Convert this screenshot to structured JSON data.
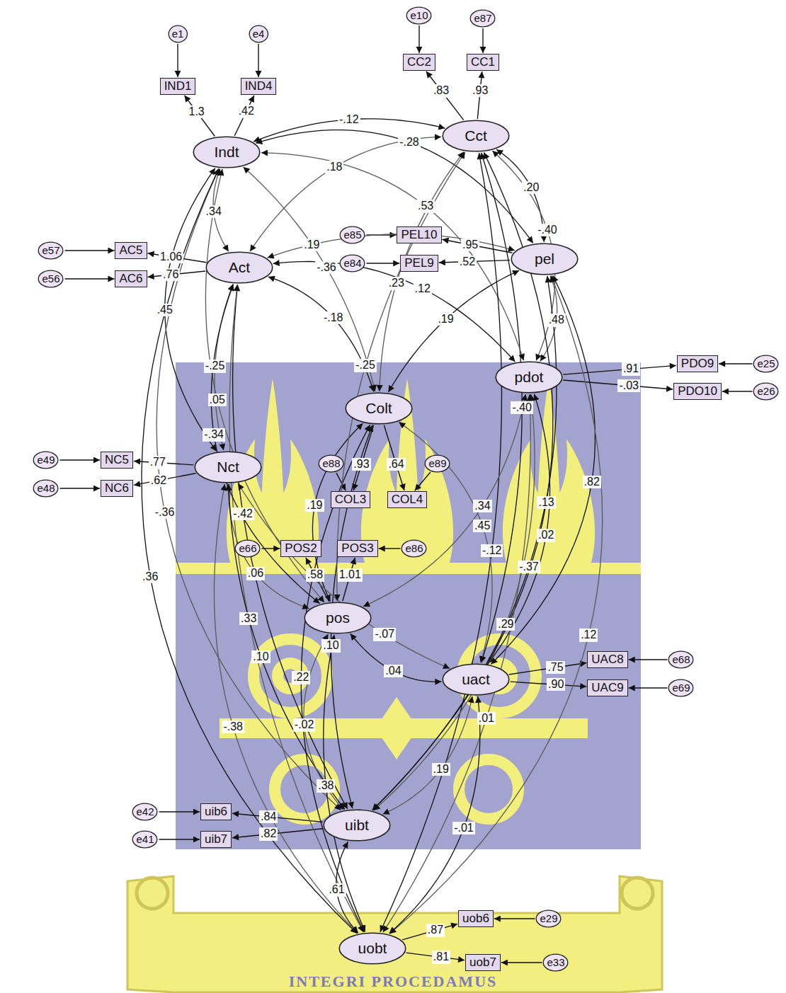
{
  "diagram": {
    "nodes": [
      {
        "text": [
          "e1"
        ]
      },
      {
        "text": [
          "e4"
        ]
      },
      {
        "text": [
          "e10"
        ]
      },
      {
        "text": [
          "e87"
        ]
      },
      {
        "text": [
          "IND1"
        ]
      },
      {
        "text": [
          "IND4"
        ]
      },
      {
        "text": [
          "CC2"
        ]
      },
      {
        "text": [
          "CC1"
        ]
      },
      {
        "text": [
          "Cct"
        ]
      },
      {
        "text": [
          "Indt"
        ]
      },
      {
        "text": [
          "e57"
        ]
      },
      {
        "text": [
          "e85"
        ]
      },
      {
        "text": [
          "PEL10"
        ]
      },
      {
        "text": [
          "pel"
        ]
      },
      {
        "text": [
          "AC5"
        ]
      },
      {
        "text": [
          "Act"
        ]
      },
      {
        "text": [
          "e56"
        ]
      },
      {
        "text": [
          "AC6"
        ]
      },
      {
        "text": [
          "e84"
        ]
      },
      {
        "text": [
          "PEL9"
        ]
      },
      {
        "text": [
          "PDO9"
        ]
      },
      {
        "text": [
          "e25"
        ]
      },
      {
        "text": [
          "pdot"
        ]
      },
      {
        "text": [
          "PDO10"
        ]
      },
      {
        "text": [
          "e26"
        ]
      },
      {
        "text": [
          "Colt"
        ]
      },
      {
        "text": [
          "e49"
        ]
      },
      {
        "text": [
          "NC5"
        ]
      },
      {
        "text": [
          "Nct"
        ]
      },
      {
        "text": [
          "e48"
        ]
      },
      {
        "text": [
          "NC6"
        ]
      },
      {
        "text": [
          "e88"
        ]
      },
      {
        "text": [
          "e89"
        ]
      },
      {
        "text": [
          "COL3"
        ]
      },
      {
        "text": [
          "COL4"
        ]
      },
      {
        "text": [
          "e66"
        ]
      },
      {
        "text": [
          "POS2"
        ]
      },
      {
        "text": [
          "POS3"
        ]
      },
      {
        "text": [
          "e86"
        ]
      },
      {
        "text": [
          "pos"
        ]
      },
      {
        "text": [
          "UAC8"
        ]
      },
      {
        "text": [
          "e68"
        ]
      },
      {
        "text": [
          "uact"
        ]
      },
      {
        "text": [
          "UAC9"
        ]
      },
      {
        "text": [
          "e69"
        ]
      },
      {
        "text": [
          "e42"
        ]
      },
      {
        "text": [
          "uib6"
        ]
      },
      {
        "text": [
          "uibt"
        ]
      },
      {
        "text": [
          "e41"
        ]
      },
      {
        "text": [
          "uib7"
        ]
      },
      {
        "text": [
          "uob6"
        ]
      },
      {
        "text": [
          "e29"
        ]
      },
      {
        "text": [
          "uobt"
        ]
      },
      {
        "text": [
          "uob7"
        ]
      },
      {
        "text": [
          "e33"
        ]
      }
    ],
    "edges": [
      {
        "from": 0,
        "to": 4,
        "arrow": "to"
      },
      {
        "from": 1,
        "to": 5,
        "arrow": "to"
      },
      {
        "from": 2,
        "to": 6,
        "arrow": "to"
      },
      {
        "from": 3,
        "to": 7,
        "arrow": "to"
      },
      {
        "from": 10,
        "to": 14,
        "arrow": "to"
      },
      {
        "from": 16,
        "to": 17,
        "arrow": "to"
      },
      {
        "from": 11,
        "to": 12,
        "arrow": "to"
      },
      {
        "from": 18,
        "to": 19,
        "arrow": "to"
      },
      {
        "from": 21,
        "to": 20,
        "arrow": "to"
      },
      {
        "from": 24,
        "to": 23,
        "arrow": "to"
      },
      {
        "from": 26,
        "to": 27,
        "arrow": "to"
      },
      {
        "from": 29,
        "to": 30,
        "arrow": "to"
      },
      {
        "from": 31,
        "to": 33,
        "arrow": "to"
      },
      {
        "from": 32,
        "to": 34,
        "arrow": "to"
      },
      {
        "from": 35,
        "to": 36,
        "arrow": "to"
      },
      {
        "from": 38,
        "to": 37,
        "arrow": "to"
      },
      {
        "from": 41,
        "to": 40,
        "arrow": "to"
      },
      {
        "from": 44,
        "to": 43,
        "arrow": "to"
      },
      {
        "from": 45,
        "to": 46,
        "arrow": "to"
      },
      {
        "from": 48,
        "to": 49,
        "arrow": "to"
      },
      {
        "from": 51,
        "to": 50,
        "arrow": "to"
      },
      {
        "from": 54,
        "to": 53,
        "arrow": "to"
      },
      {
        "from": 9,
        "to": 4,
        "arrow": "to",
        "label": "1.3"
      },
      {
        "from": 9,
        "to": 5,
        "arrow": "to",
        "label": ".42"
      },
      {
        "from": 8,
        "to": 6,
        "arrow": "to",
        "label": ".83"
      },
      {
        "from": 8,
        "to": 7,
        "arrow": "to",
        "label": ".93"
      },
      {
        "from": 15,
        "to": 14,
        "arrow": "to",
        "label": "1.06"
      },
      {
        "from": 15,
        "to": 17,
        "arrow": "to",
        "label": ".76"
      },
      {
        "from": 13,
        "to": 12,
        "arrow": "to",
        "label": ".95"
      },
      {
        "from": 13,
        "to": 19,
        "arrow": "to",
        "label": ".52"
      },
      {
        "from": 22,
        "to": 20,
        "arrow": "to",
        "label": ".91"
      },
      {
        "from": 22,
        "to": 23,
        "arrow": "to",
        "label": "-.03"
      },
      {
        "from": 28,
        "to": 27,
        "arrow": "to",
        "label": ".77"
      },
      {
        "from": 28,
        "to": 30,
        "arrow": "to",
        "label": ".62"
      },
      {
        "from": 25,
        "to": 33,
        "arrow": "to",
        "label": ".93"
      },
      {
        "from": 25,
        "to": 34,
        "arrow": "to",
        "label": ".64"
      },
      {
        "from": 39,
        "to": 36,
        "arrow": "to",
        "label": ".58"
      },
      {
        "from": 39,
        "to": 37,
        "arrow": "to",
        "label": "1.01"
      },
      {
        "from": 42,
        "to": 40,
        "arrow": "to",
        "label": ".75"
      },
      {
        "from": 42,
        "to": 43,
        "arrow": "to",
        "label": ".90"
      },
      {
        "from": 47,
        "to": 46,
        "arrow": "to",
        "label": ".84"
      },
      {
        "from": 47,
        "to": 49,
        "arrow": "to",
        "label": ".82"
      },
      {
        "from": 52,
        "to": 50,
        "arrow": "to",
        "label": ".87"
      },
      {
        "from": 52,
        "to": 53,
        "arrow": "to",
        "label": ".81"
      },
      {
        "from": 9,
        "to": 8,
        "arrow": "both",
        "label": "-.12"
      },
      {
        "from": 8,
        "to": 15,
        "arrow": "both",
        "label": ".18"
      },
      {
        "from": 9,
        "to": 13,
        "arrow": "both",
        "label": "-.28"
      },
      {
        "from": 8,
        "to": 25,
        "arrow": "both",
        "label": ".23"
      },
      {
        "from": 8,
        "to": 13,
        "arrow": "both",
        "label": ".20"
      },
      {
        "from": 8,
        "to": 22,
        "arrow": "both",
        "label": "-.40"
      },
      {
        "from": 8,
        "to": 42,
        "arrow": "both",
        "label": "-.40"
      },
      {
        "from": 9,
        "to": 15,
        "arrow": "both",
        "label": ".34"
      },
      {
        "from": 9,
        "to": 28,
        "arrow": "both",
        "label": ".45"
      },
      {
        "from": 15,
        "to": 13,
        "arrow": "both",
        "label": ".19"
      },
      {
        "from": 15,
        "to": 22,
        "arrow": "both",
        "label": ".12"
      },
      {
        "from": 9,
        "to": 47,
        "arrow": "both",
        "label": "-.36"
      },
      {
        "from": 15,
        "to": 47,
        "arrow": "both",
        "label": "-.42"
      },
      {
        "from": 9,
        "to": 39,
        "arrow": "both",
        "label": ".05"
      },
      {
        "from": 9,
        "to": 52,
        "arrow": "both",
        "label": ".36"
      },
      {
        "from": 15,
        "to": 52,
        "arrow": "both",
        "label": ".33"
      },
      {
        "from": 15,
        "to": 25,
        "arrow": "both",
        "label": "-.18"
      },
      {
        "from": 9,
        "to": 22,
        "arrow": "both",
        "label": ".53"
      },
      {
        "from": 13,
        "to": 25,
        "arrow": "both",
        "label": ".19"
      },
      {
        "from": 13,
        "to": 22,
        "arrow": "both",
        "label": ".48"
      },
      {
        "from": 13,
        "to": 42,
        "arrow": "both",
        "label": ".82"
      },
      {
        "from": 15,
        "to": 28,
        "arrow": "both",
        "label": "-.25"
      },
      {
        "from": 22,
        "to": 42,
        "arrow": "both",
        "label": ".02"
      },
      {
        "from": 13,
        "to": 52,
        "arrow": "both",
        "label": ".12"
      },
      {
        "from": 8,
        "to": 52,
        "arrow": "both",
        "label": "-.12"
      },
      {
        "from": 22,
        "to": 47,
        "arrow": "both",
        "label": ".29"
      },
      {
        "from": 8,
        "to": 47,
        "arrow": "both",
        "label": ".13"
      },
      {
        "from": 22,
        "to": 52,
        "arrow": "both",
        "label": ".01"
      },
      {
        "from": 13,
        "to": 47,
        "arrow": "both",
        "label": "-.37"
      },
      {
        "from": 25,
        "to": 42,
        "arrow": "both",
        "label": ".45"
      },
      {
        "from": 25,
        "to": 47,
        "arrow": "both",
        "label": ".10"
      },
      {
        "from": 22,
        "to": 39,
        "arrow": "both",
        "label": ".34"
      },
      {
        "from": 25,
        "to": 39,
        "arrow": "both",
        "label": ".19"
      },
      {
        "from": 28,
        "to": 42,
        "arrow": "both",
        "label": "-.07"
      },
      {
        "from": 25,
        "to": 52,
        "arrow": "both",
        "label": ".22"
      },
      {
        "from": 28,
        "to": 39,
        "arrow": "both",
        "label": ".06"
      },
      {
        "from": 28,
        "to": 47,
        "arrow": "both",
        "label": ".10"
      },
      {
        "from": 28,
        "to": 52,
        "arrow": "both",
        "label": "-.38"
      },
      {
        "from": 15,
        "to": 39,
        "arrow": "both",
        "label": "-.34"
      },
      {
        "from": 9,
        "to": 25,
        "arrow": "both",
        "label": "-.36"
      },
      {
        "from": 39,
        "to": 42,
        "arrow": "both",
        "label": ".04"
      },
      {
        "from": 39,
        "to": 47,
        "arrow": "both",
        "label": "-.02"
      },
      {
        "from": 39,
        "to": 52,
        "arrow": "both",
        "label": ".38"
      },
      {
        "from": 42,
        "to": 47,
        "arrow": "both",
        "label": ".19"
      },
      {
        "from": 47,
        "to": 52,
        "arrow": "both",
        "label": ".61"
      },
      {
        "from": 8,
        "to": 39,
        "arrow": "both",
        "label": "-.25"
      },
      {
        "from": 42,
        "to": 52,
        "arrow": "both",
        "label": "-.01"
      }
    ],
    "labels": [
      "INTEGRI PROCEDAMUS"
    ]
  }
}
